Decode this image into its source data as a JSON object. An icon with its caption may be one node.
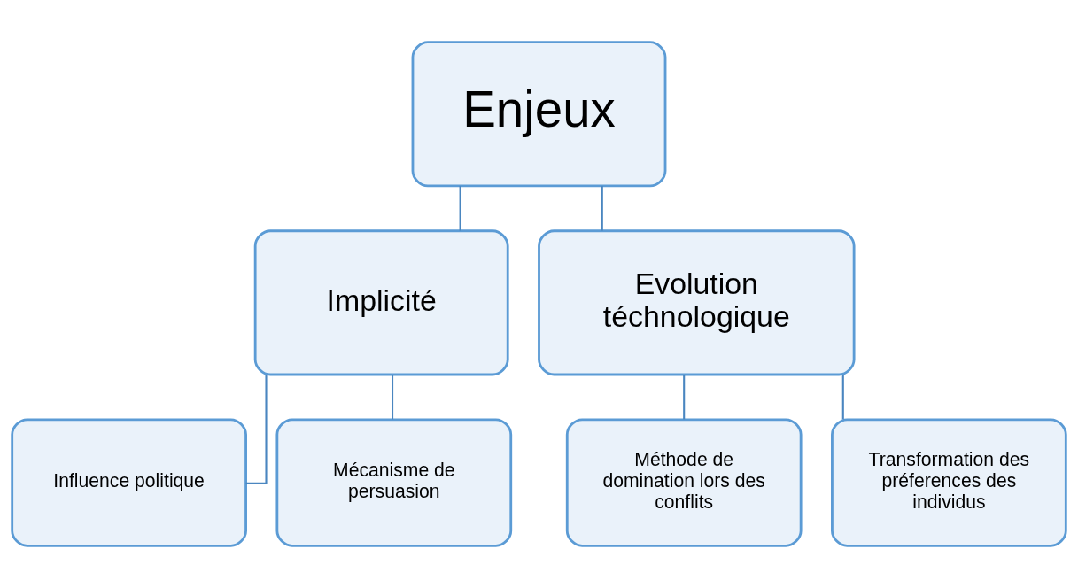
{
  "diagram": {
    "nodes": [
      {
        "text": [
          "Enjeux"
        ]
      },
      {
        "text": [
          "Implicité"
        ]
      },
      {
        "text": [
          "Evolution téchnologique"
        ]
      },
      {
        "text": [
          "Influence politique"
        ]
      },
      {
        "text": [
          "Mécanisme de persuasion"
        ]
      },
      {
        "text": [
          "Méthode de domination lors des conflits"
        ]
      },
      {
        "text": [
          "Transformation des préferences des individus"
        ]
      }
    ],
    "edges": [
      {
        "from": 0,
        "to": 1,
        "arrow": "none"
      },
      {
        "from": 0,
        "to": 2,
        "arrow": "none"
      },
      {
        "from": 1,
        "to": 3,
        "arrow": "none"
      },
      {
        "from": 1,
        "to": 4,
        "arrow": "none"
      },
      {
        "from": 2,
        "to": 5,
        "arrow": "none"
      },
      {
        "from": 2,
        "to": 6,
        "arrow": "none"
      }
    ]
  }
}
